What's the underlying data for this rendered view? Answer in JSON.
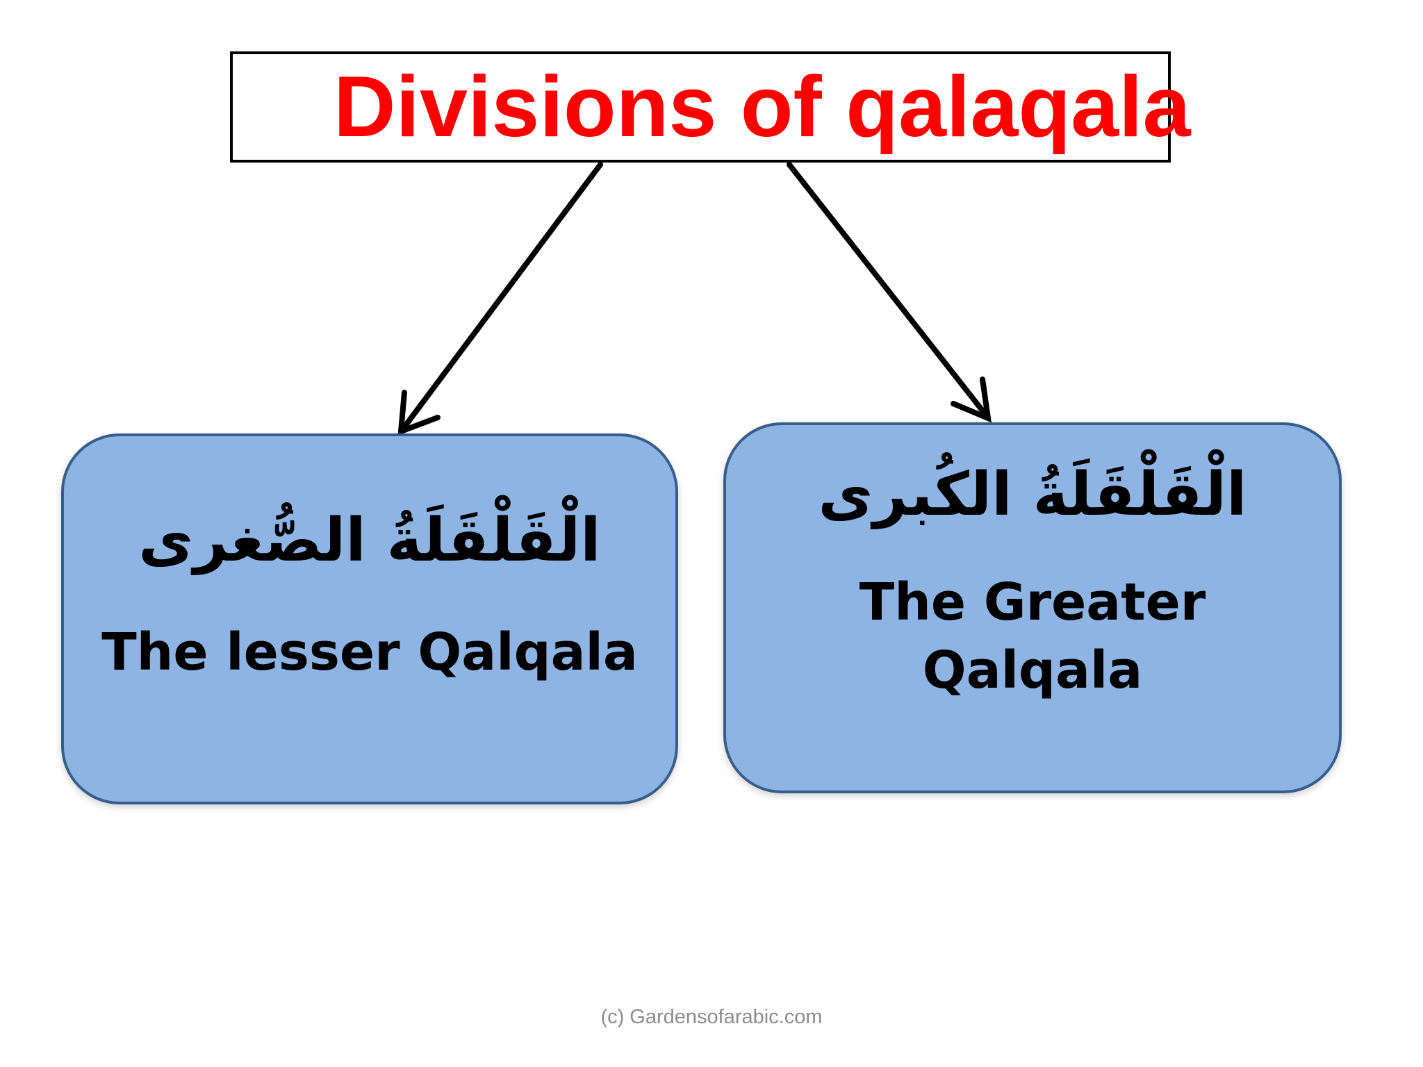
{
  "title": "Divisions of qalaqala",
  "branches": [
    {
      "arabic": "الْقَلْقَلَةُ الصُّغرى",
      "english": "The lesser Qalqala"
    },
    {
      "arabic": "الْقَلْقَلَةُ الكُبرى",
      "english": "The Greater Qalqala"
    }
  ],
  "footer": "(c) Gardensofarabic.com",
  "colors": {
    "title": "#ff0000",
    "card_fill": "#8eb4e3",
    "card_border": "#385d8a",
    "arrow": "#000000"
  }
}
